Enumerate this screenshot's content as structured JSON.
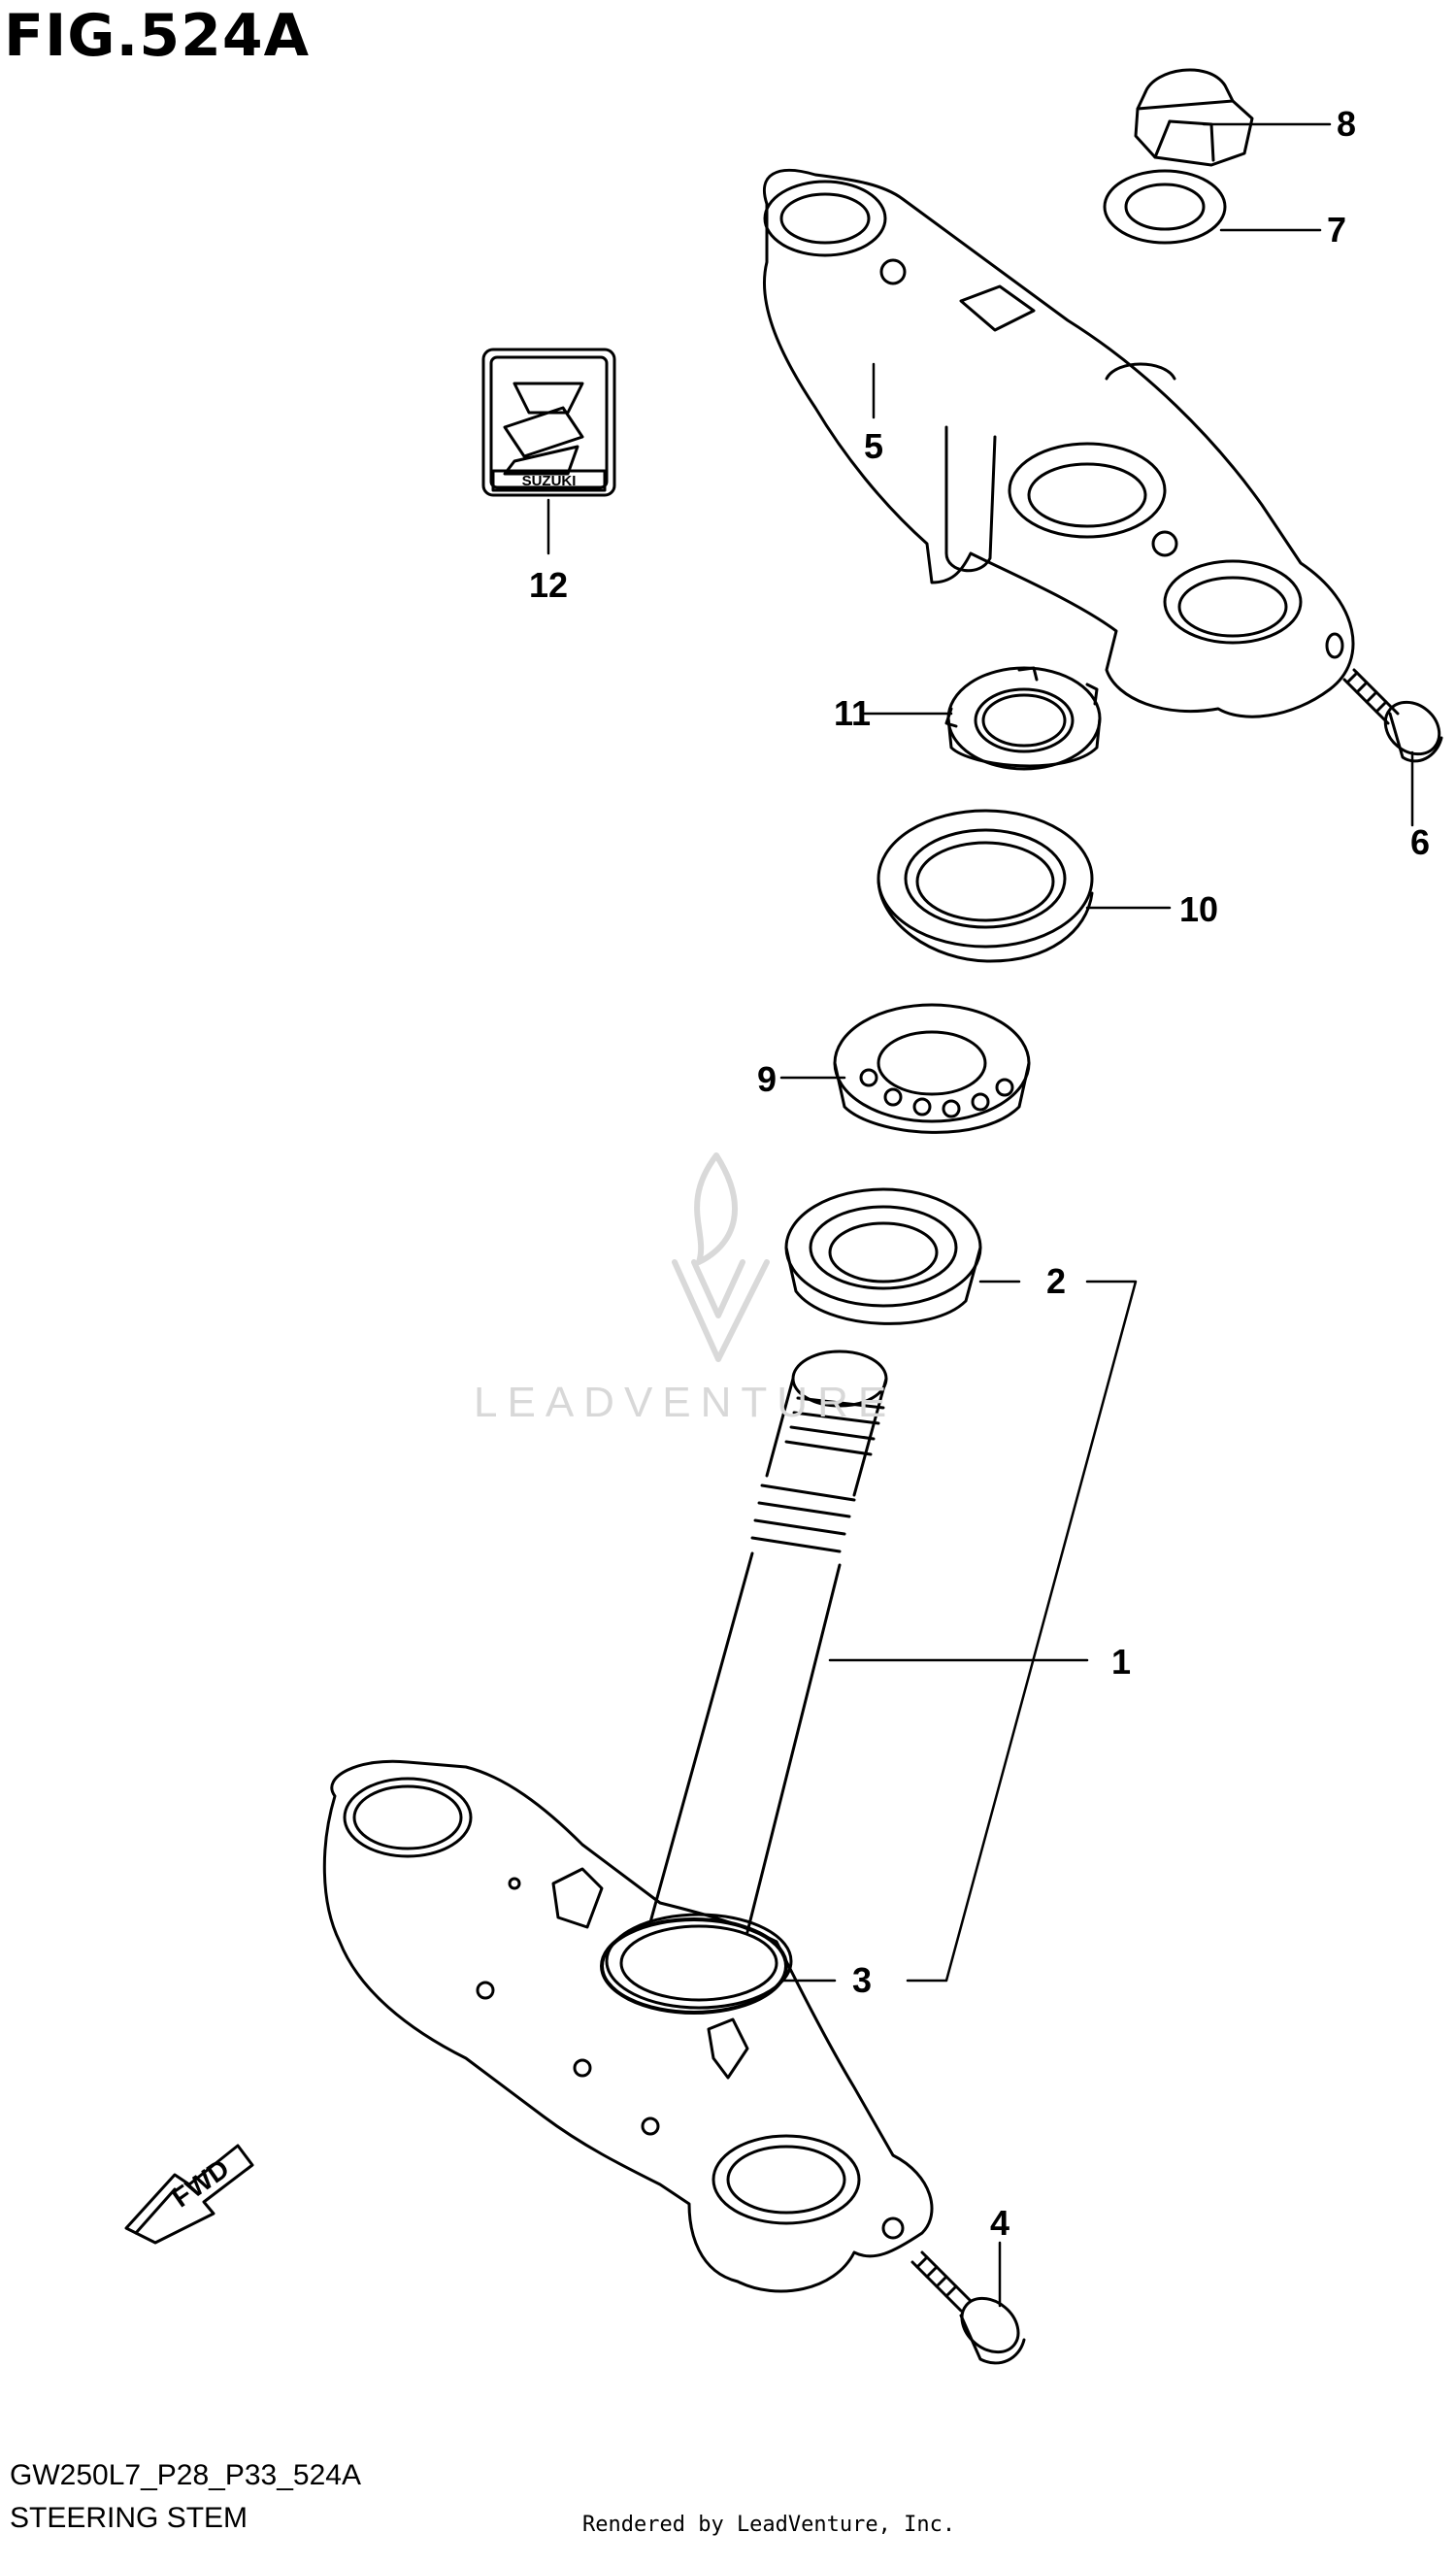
{
  "figure": {
    "title": "FIG.524A",
    "model_code": "GW250L7_P28_P33_524A",
    "name": "STEERING STEM"
  },
  "callouts": {
    "c1": "1",
    "c2": "2",
    "c3": "3",
    "c4": "4",
    "c5": "5",
    "c6": "6",
    "c7": "7",
    "c8": "8",
    "c9": "9",
    "c10": "10",
    "c11": "11",
    "c12": "12"
  },
  "emblem": {
    "brand_text": "SUZUKI",
    "icon": "suzuki-s-logo"
  },
  "direction_marker": {
    "label": "FWD",
    "icon": "forward-arrow-icon"
  },
  "watermark": {
    "text": "LEADVENTURE",
    "icon": "leadventure-flame-logo"
  },
  "footer": {
    "rendered_by": "Rendered by LeadVenture, Inc."
  }
}
